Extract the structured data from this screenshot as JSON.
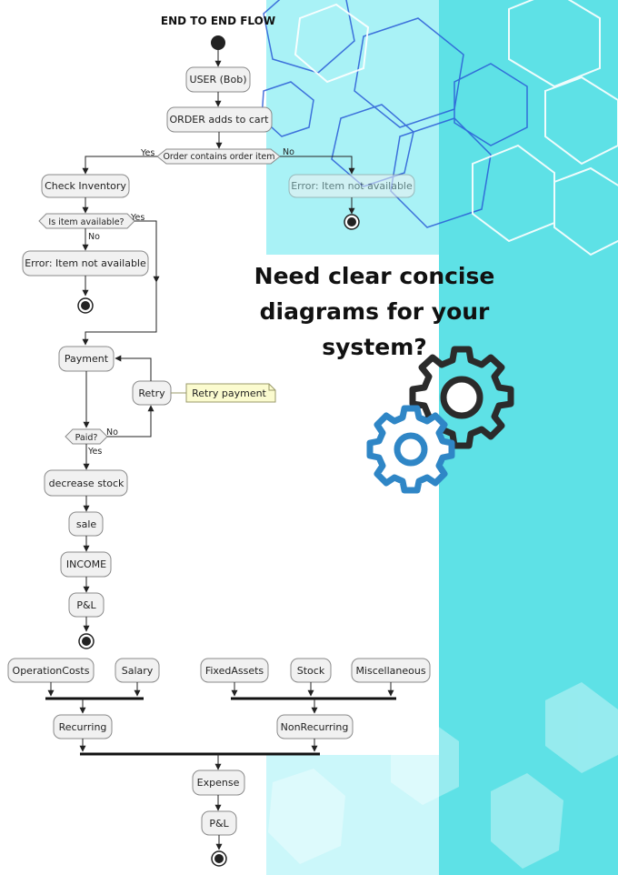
{
  "title": "END TO END FLOW",
  "promo": {
    "line1": "Need clear concise",
    "line2": "diagrams for your",
    "line3": "system?"
  },
  "icons": [
    "gear-icon-dark",
    "gear-icon-blue"
  ],
  "colors": {
    "cyan_panel": "#5ee1e6",
    "hex_blue": "#2a5bd7",
    "gear_blue": "#2f86c6",
    "gear_dark": "#2b2b2b",
    "note_yellow": "#fbfbcf"
  },
  "nodes": {
    "user": "USER (Bob)",
    "order": "ORDER adds to cart",
    "check_inventory": "Check Inventory",
    "error_left": "Error: Item not available",
    "error_right": "Error: Item not available",
    "payment": "Payment",
    "retry": "Retry",
    "retry_note": "Retry payment",
    "decrease_stock": "decrease stock",
    "sale": "sale",
    "income": "INCOME",
    "pl1": "P&L",
    "operation_costs": "OperationCosts",
    "salary": "Salary",
    "fixed_assets": "FixedAssets",
    "stock": "Stock",
    "misc": "Miscellaneous",
    "recurring": "Recurring",
    "nonrecurring": "NonRecurring",
    "expense": "Expense",
    "pl2": "P&L"
  },
  "decisions": {
    "order_contains": "Order contains order item",
    "item_available": "Is item available?",
    "paid": "Paid?"
  },
  "branch_labels": {
    "yes1": "Yes",
    "no1": "No",
    "yes2": "Yes",
    "no2": "No",
    "yes3": "Yes",
    "no3": "No"
  }
}
